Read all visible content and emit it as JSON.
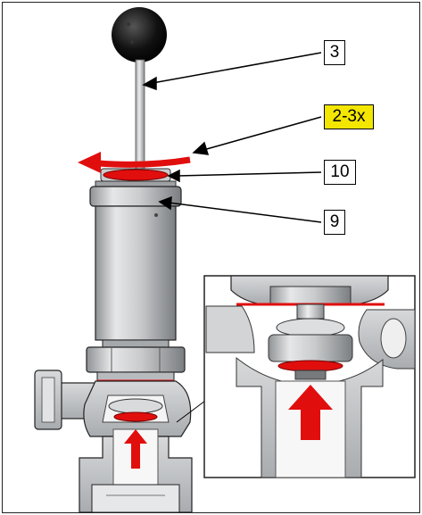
{
  "callouts": {
    "part_3": "3",
    "rotations": "2-3x",
    "part_10": "10",
    "part_9": "9"
  },
  "colors": {
    "accent_red": "#e10e0e",
    "highlight": "#f3e600",
    "steel": "#b9bcbf",
    "outline": "#1f1f1f"
  }
}
